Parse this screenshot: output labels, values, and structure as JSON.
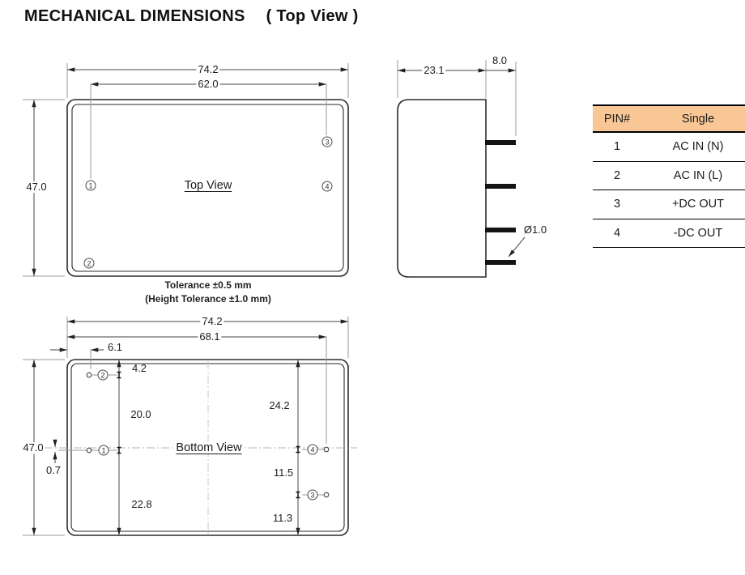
{
  "title": {
    "main": "MECHANICAL DIMENSIONS",
    "suffix": "( Top View )"
  },
  "top_view": {
    "label": "Top View",
    "dims": {
      "outer_width": "74.2",
      "pin_span": "62.0",
      "height": "47.0"
    },
    "pins": {
      "p1": "1",
      "p2": "2",
      "p3": "3",
      "p4": "4"
    }
  },
  "side_view": {
    "dims": {
      "body_depth": "23.1",
      "pin_length": "8.0",
      "pin_diameter": "Ø1.0"
    }
  },
  "tolerance": {
    "line1": "Tolerance ±0.5 mm",
    "line2": "(Height Tolerance ±1.0 mm)"
  },
  "bottom_view": {
    "label": "Bottom View",
    "dims": {
      "outer_width": "74.2",
      "pin_span": "68.1",
      "pin_col_offset": "6.1",
      "pin2_from_top": "4.2",
      "pin2_to_pin1": "20.0",
      "pin1_to_bottom": "22.8",
      "height": "47.0",
      "center_offset": "0.7",
      "pin4_from_top": "24.2",
      "pin4_to_pin3": "11.5",
      "pin3_to_bottom": "11.3"
    },
    "pins": {
      "p1": "1",
      "p2": "2",
      "p3": "3",
      "p4": "4"
    }
  },
  "pin_table": {
    "header_bg": "#F9C795",
    "headers": [
      "PIN#",
      "Single"
    ],
    "rows": [
      [
        "1",
        "AC IN (N)"
      ],
      [
        "2",
        "AC IN (L)"
      ],
      [
        "3",
        "+DC OUT"
      ],
      [
        "4",
        "-DC OUT"
      ]
    ]
  }
}
